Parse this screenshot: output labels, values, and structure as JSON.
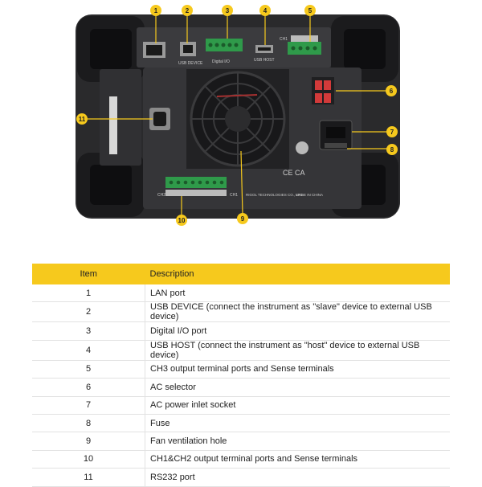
{
  "panel": {
    "callouts": [
      {
        "num": "1"
      },
      {
        "num": "2"
      },
      {
        "num": "3"
      },
      {
        "num": "4"
      },
      {
        "num": "5"
      },
      {
        "num": "6"
      },
      {
        "num": "7"
      },
      {
        "num": "8"
      },
      {
        "num": "9"
      },
      {
        "num": "10"
      },
      {
        "num": "11"
      }
    ],
    "labels": {
      "usb_device": "USB DEVICE",
      "digital_io": "Digital I/O",
      "usb_host": "USB HOST",
      "ch1": "CH1",
      "ch2": "CH2",
      "ch1_bottom": "CH1",
      "company": "RIGOL TECHNOLOGIES CO., LTD.",
      "made_in": "MADE IN CHINA",
      "ce_marks": "CE CA"
    }
  },
  "table": {
    "headers": {
      "item": "Item",
      "description": "Description"
    },
    "header_color": "#f6c91d",
    "rows": [
      {
        "item": "1",
        "description": "LAN port"
      },
      {
        "item": "2",
        "description": "USB DEVICE (connect the instrument as \"slave\" device to external USB device)"
      },
      {
        "item": "3",
        "description": "Digital I/O port"
      },
      {
        "item": "4",
        "description": "USB HOST (connect the instrument as \"host\" device to external USB device)"
      },
      {
        "item": "5",
        "description": "CH3 output terminal ports and Sense terminals"
      },
      {
        "item": "6",
        "description": "AC selector"
      },
      {
        "item": "7",
        "description": "AC power inlet socket"
      },
      {
        "item": "8",
        "description": "Fuse"
      },
      {
        "item": "9",
        "description": "Fan ventilation hole"
      },
      {
        "item": "10",
        "description": "CH1&CH2 output terminal ports and Sense terminals"
      },
      {
        "item": "11",
        "description": "RS232 port"
      }
    ]
  }
}
